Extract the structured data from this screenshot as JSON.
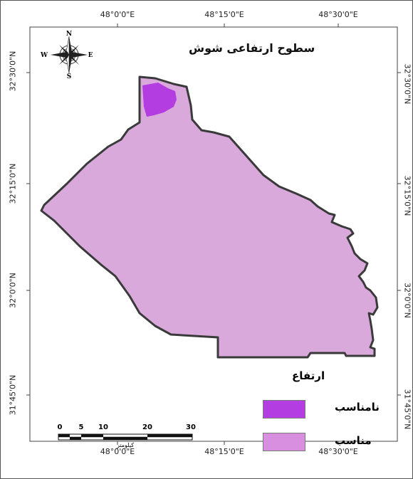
{
  "title": "سطوح ارتفاعی شوش",
  "top_ticks": [
    "48°0'0\"E",
    "48°15'0\"E",
    "48°30'0\"E"
  ],
  "bottom_ticks": [
    "48°0'0\"E",
    "48°15'0\"E",
    "48°30'0\"E"
  ],
  "left_ticks": [
    "32°30'0\"N",
    "32°15'0\"N",
    "32°0'0\"N",
    "31°45'0\"N"
  ],
  "right_ticks": [
    "32°30'0\"N",
    "32°15'0\"N",
    "32°0'0\"N",
    "31°45'0\"N"
  ],
  "compass": {
    "n": "N",
    "s": "S",
    "e": "E",
    "w": "W"
  },
  "legend": {
    "title": "ارتفاع",
    "items": [
      {
        "label": "نامناسب",
        "color": "#b33de0"
      },
      {
        "label": "مناسب",
        "color": "#d98fe0"
      }
    ]
  },
  "scale_bar": {
    "numbers": [
      "0",
      "5",
      "10",
      "20",
      "30"
    ],
    "unit": "کیلومتر"
  },
  "colors": {
    "suitable": "#d9a9dc",
    "unsuitable": "#b33de0",
    "outline": "#3a3a3a"
  }
}
